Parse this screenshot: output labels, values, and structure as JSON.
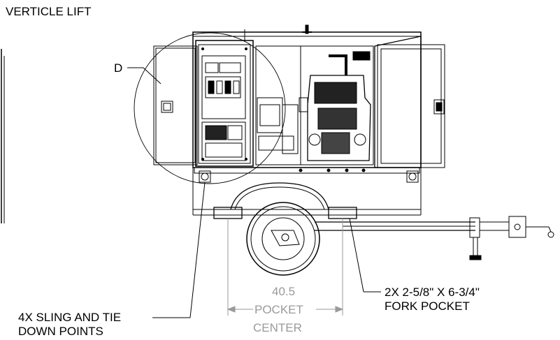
{
  "title": "VERTICLE LIFT",
  "callout_d": "D",
  "dimension": {
    "value": "40.5",
    "line1": "POCKET",
    "line2": "CENTER"
  },
  "fork_pocket": {
    "line1": "2X 2-5/8\" X 6-3/4\"",
    "line2": "FORK POCKET"
  },
  "sling_points": {
    "line1": "4X SLING AND TIE",
    "line2": "DOWN POINTS"
  }
}
